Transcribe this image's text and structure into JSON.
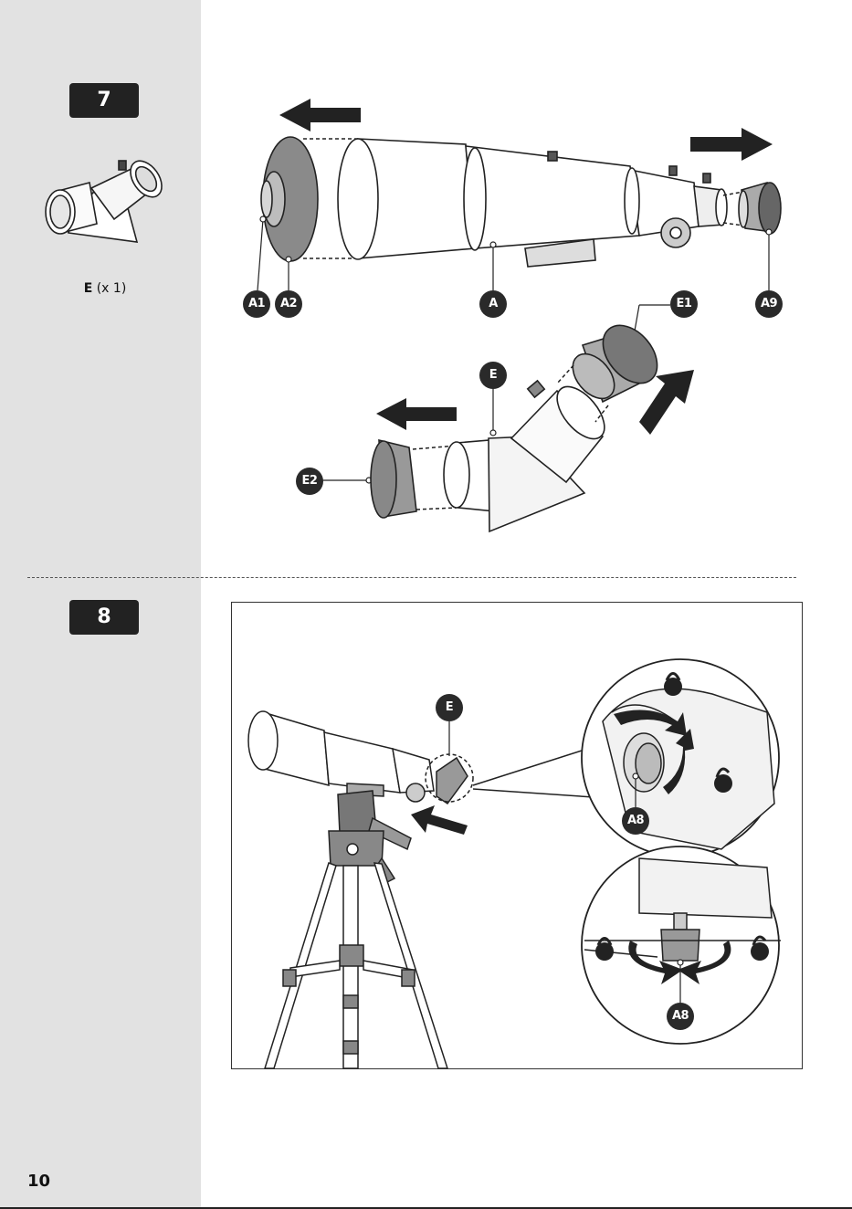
{
  "page_number": "10",
  "steps": [
    {
      "number": "7"
    },
    {
      "number": "8"
    }
  ],
  "parts_list": {
    "part": "E",
    "qty": "(x 1)"
  },
  "callouts": {
    "a1": "A1",
    "a2": "A2",
    "a": "A",
    "e1": "E1",
    "a9": "A9",
    "e_step7": "E",
    "e2": "E2",
    "e_step8": "E",
    "a8_top": "A8",
    "a8_bottom": "A8"
  },
  "icons": [
    "arrow-left-icon",
    "arrow-right-icon",
    "arrow-up-right-icon",
    "lock-icon",
    "unlock-icon",
    "rotate-arrow-icon"
  ]
}
